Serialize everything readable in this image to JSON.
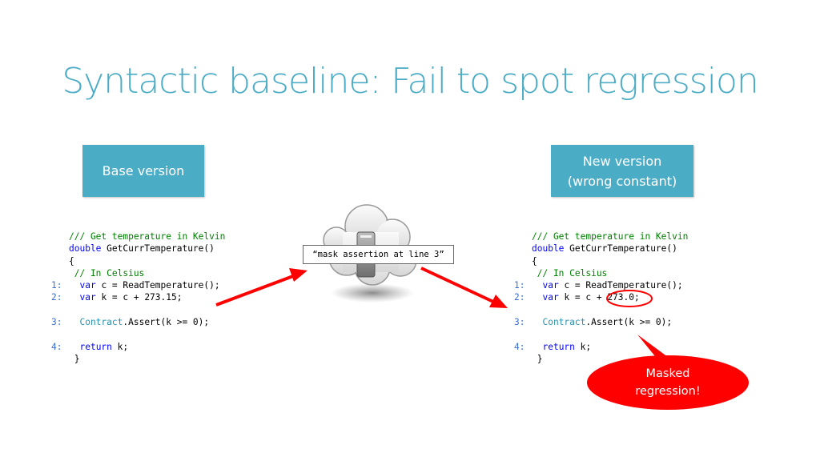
{
  "slide": {
    "title": "Syntactic baseline: Fail to spot regression"
  },
  "base_version": {
    "label": "Base version",
    "code": {
      "comment_header": "/// Get temperature in Kelvin",
      "signature_type": "double",
      "signature_name": " GetCurrTemperature()",
      "open_brace": "{",
      "inline_comment": " // In Celsius",
      "lines": [
        {
          "num": "1:",
          "kw": "var",
          "rest": " c = ReadTemperature();"
        },
        {
          "num": "2:",
          "kw": "var",
          "rest": " k = c + 273.15;"
        },
        {
          "num": "3:",
          "cls": "Contract",
          "rest": ".Assert(k >= 0);"
        },
        {
          "num": "4:",
          "kw": "return",
          "rest": " k;"
        }
      ],
      "close_brace": "}"
    }
  },
  "new_version": {
    "label_line1": "New version",
    "label_line2": "(wrong constant)",
    "code": {
      "comment_header": "/// Get temperature in Kelvin",
      "signature_type": "double",
      "signature_name": " GetCurrTemperature()",
      "open_brace": "{",
      "inline_comment": " // In Celsius",
      "lines": [
        {
          "num": "1:",
          "kw": "var",
          "rest": " c = ReadTemperature();"
        },
        {
          "num": "2:",
          "kw": "var",
          "rest": " k = c + 273.0;"
        },
        {
          "num": "3:",
          "cls": "Contract",
          "rest": ".Assert(k >= 0);"
        },
        {
          "num": "4:",
          "kw": "return",
          "rest": " k;"
        }
      ],
      "close_brace": "}"
    }
  },
  "cloud": {
    "label": "“mask assertion at line 3”",
    "icon": "cloud-server-icon"
  },
  "callout": {
    "line1": "Masked",
    "line2": "regression!"
  },
  "colors": {
    "accent": "#4bacc6",
    "arrow": "#ff0000",
    "callout": "#ff0000",
    "comment": "#008000",
    "keyword": "#0000ff",
    "type": "#2b91af"
  }
}
